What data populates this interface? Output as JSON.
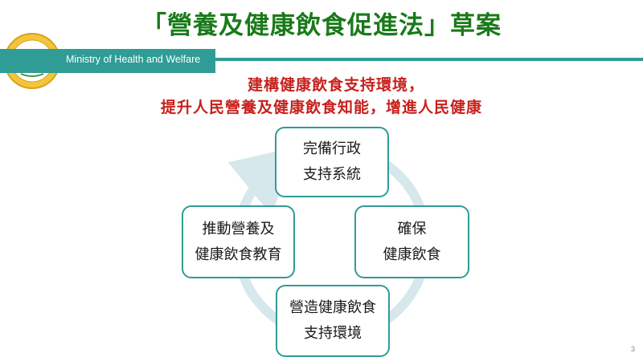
{
  "slide": {
    "title": "「營養及健康飲食促進法」草案",
    "ministry_name": "Ministry of Health and Welfare",
    "subtitle_line1": "建構健康飲食支持環境，",
    "subtitle_line2": "提升人民營養及健康飲食知能，增進人民健康",
    "page_number": "3"
  },
  "cycle": {
    "top": {
      "line1": "完備行政",
      "line2": "支持系統"
    },
    "right": {
      "line1": "確保",
      "line2": "健康飲食"
    },
    "bottom": {
      "line1": "營造健康飲食",
      "line2": "支持環境"
    },
    "left": {
      "line1": "推動營養及",
      "line2": "健康飲食教育"
    }
  },
  "colors": {
    "title": "#1a7a1a",
    "accent_teal": "#2f9c96",
    "subtitle_red": "#c8201c",
    "ring": "#d7e8ec"
  }
}
